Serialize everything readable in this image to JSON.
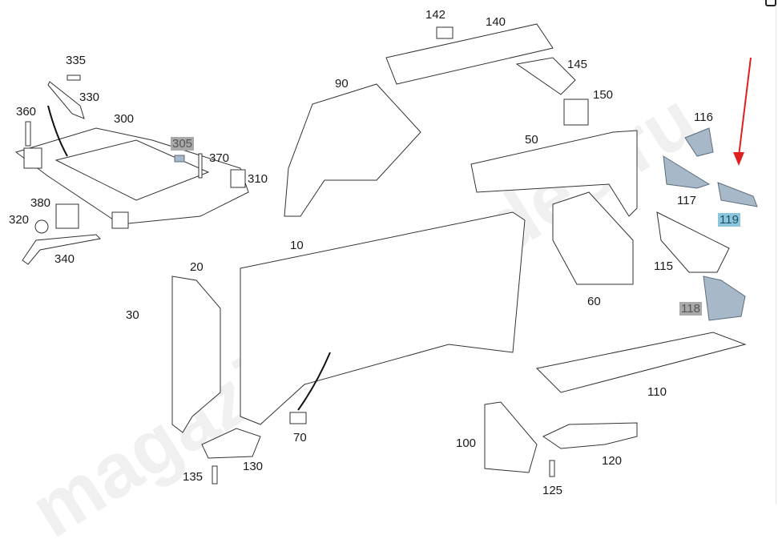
{
  "diagram": {
    "watermark": "magazinmercedes.ru",
    "highlight_colors": {
      "grey": "#a9a9a9",
      "blue": "#8cc6dc",
      "arrow": "#e02020"
    },
    "callouts": [
      {
        "id": "335",
        "text": "335",
        "style": "plain"
      },
      {
        "id": "330",
        "text": "330",
        "style": "plain"
      },
      {
        "id": "360",
        "text": "360",
        "style": "plain"
      },
      {
        "id": "300",
        "text": "300",
        "style": "plain"
      },
      {
        "id": "305",
        "text": "305",
        "style": "grey"
      },
      {
        "id": "370",
        "text": "370",
        "style": "plain"
      },
      {
        "id": "310",
        "text": "310",
        "style": "plain"
      },
      {
        "id": "380",
        "text": "380",
        "style": "plain"
      },
      {
        "id": "320",
        "text": "320",
        "style": "plain"
      },
      {
        "id": "340",
        "text": "340",
        "style": "plain"
      },
      {
        "id": "142",
        "text": "142",
        "style": "plain"
      },
      {
        "id": "140",
        "text": "140",
        "style": "plain"
      },
      {
        "id": "145",
        "text": "145",
        "style": "plain"
      },
      {
        "id": "150",
        "text": "150",
        "style": "plain"
      },
      {
        "id": "90",
        "text": "90",
        "style": "plain"
      },
      {
        "id": "50",
        "text": "50",
        "style": "plain"
      },
      {
        "id": "116",
        "text": "116",
        "style": "plain"
      },
      {
        "id": "117",
        "text": "117",
        "style": "plain"
      },
      {
        "id": "119",
        "text": "119",
        "style": "blue"
      },
      {
        "id": "115",
        "text": "115",
        "style": "plain"
      },
      {
        "id": "118",
        "text": "118",
        "style": "grey"
      },
      {
        "id": "10",
        "text": "10",
        "style": "plain"
      },
      {
        "id": "20",
        "text": "20",
        "style": "plain"
      },
      {
        "id": "30",
        "text": "30",
        "style": "plain"
      },
      {
        "id": "60",
        "text": "60",
        "style": "plain"
      },
      {
        "id": "70",
        "text": "70",
        "style": "plain"
      },
      {
        "id": "110",
        "text": "110",
        "style": "plain"
      },
      {
        "id": "100",
        "text": "100",
        "style": "plain"
      },
      {
        "id": "120",
        "text": "120",
        "style": "plain"
      },
      {
        "id": "125",
        "text": "125",
        "style": "plain"
      },
      {
        "id": "130",
        "text": "130",
        "style": "plain"
      },
      {
        "id": "135",
        "text": "135",
        "style": "plain"
      }
    ]
  }
}
